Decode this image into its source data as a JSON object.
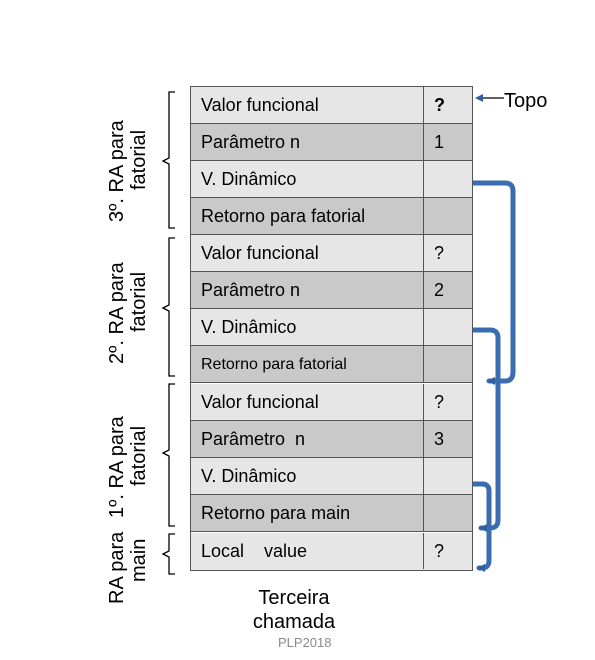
{
  "rows": [
    {
      "label": "Valor funcional",
      "value": "?"
    },
    {
      "label": "Parâmetro n",
      "value": "1"
    },
    {
      "label": "V. Dinâmico",
      "value": ""
    },
    {
      "label": "Retorno para fatorial",
      "value": ""
    },
    {
      "label": "Valor funcional",
      "value": "?"
    },
    {
      "label": "Parâmetro n",
      "value": "2"
    },
    {
      "label": "V. Dinâmico",
      "value": ""
    },
    {
      "label": "Retorno para fatorial",
      "value": ""
    },
    {
      "label": "Valor funcional",
      "value": "?"
    },
    {
      "label": "Parâmetro  n",
      "value": "3"
    },
    {
      "label": "V. Dinâmico",
      "value": ""
    },
    {
      "label": "Retorno para main",
      "value": ""
    },
    {
      "label": "Local    value",
      "value": "?"
    }
  ],
  "groups": [
    {
      "line1": "3º. RA para",
      "line2": "fatorial"
    },
    {
      "line1": "2º. RA para",
      "line2": "fatorial"
    },
    {
      "line1": "1º. RA para",
      "line2": "fatorial"
    },
    {
      "line1": "RA para",
      "line2": "main"
    }
  ],
  "top_label": "Topo",
  "caption": {
    "line1": "Terceira",
    "line2": "chamada"
  },
  "footer": "PLP2018",
  "colors": {
    "arrow": "#3a6db0",
    "row_light": "#e6e6e6",
    "row_dark": "#c9c9c9"
  }
}
